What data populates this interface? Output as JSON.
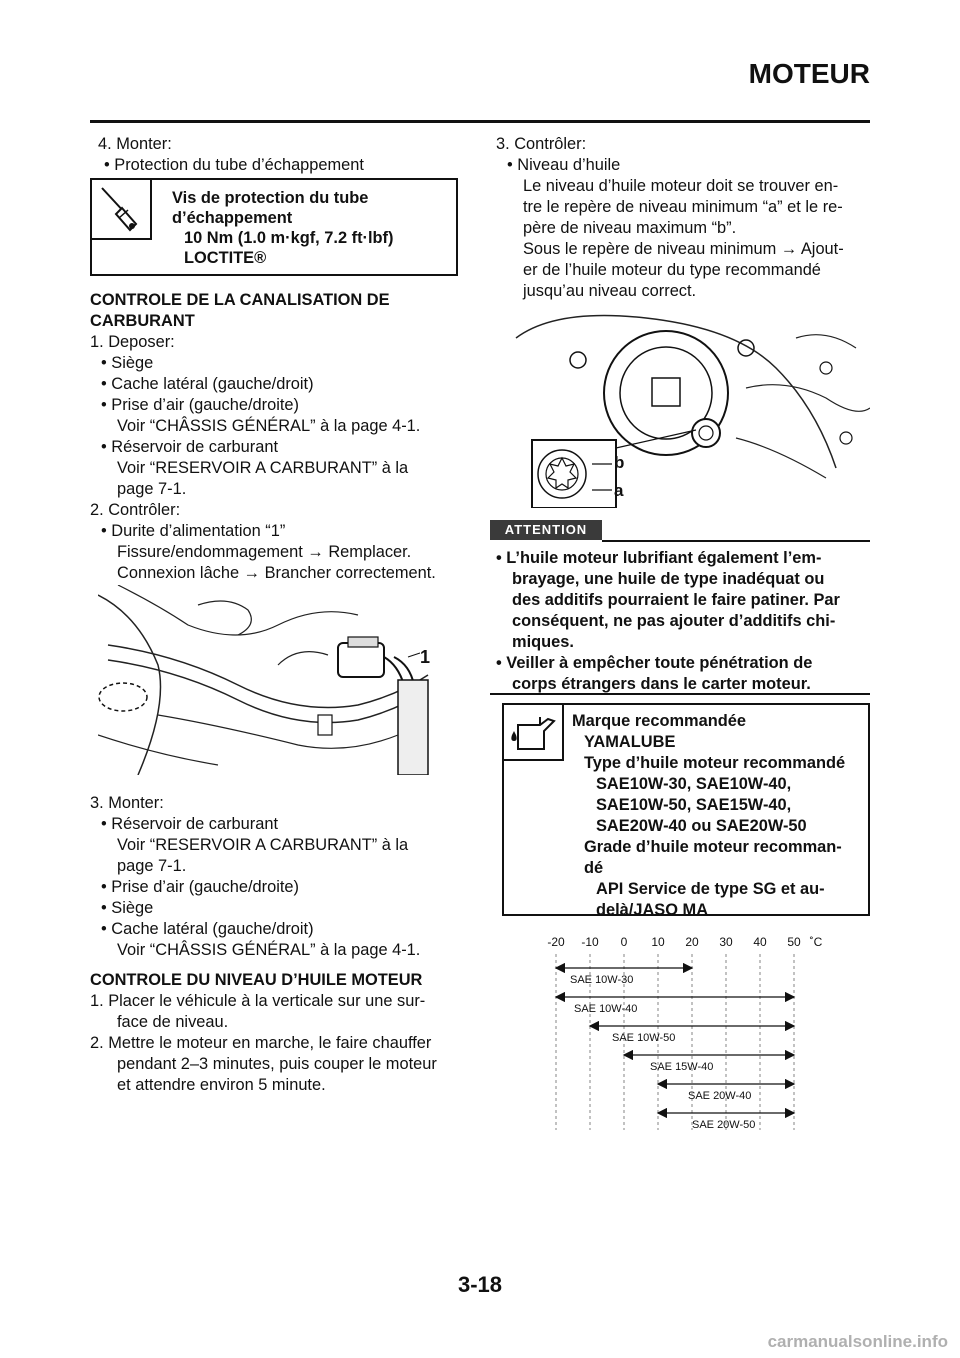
{
  "header": {
    "title": "MOTEUR"
  },
  "left": {
    "step4": "4. Monter:",
    "step4_bullet": "• Protection du tube d’échappement",
    "torque_box": {
      "line1": "Vis de protection du tube",
      "line2": "d’échappement",
      "line3": "10 Nm (1.0 m·kgf, 7.2 ft·lbf)",
      "line4": "LOCTITE®"
    },
    "fuel_heading1": "CONTROLE DE LA CANALISATION DE",
    "fuel_heading2": "CARBURANT",
    "f1": "1. Deposer:",
    "f1_b1": "• Siège",
    "f1_b2": "• Cache latéral (gauche/droit)",
    "f1_b3": "• Prise d’air (gauche/droite)",
    "f1_b3_ref": "Voir “CHÂSSIS GÉNÉRAL” à la page 4-1.",
    "f1_b4": "• Réservoir de carburant",
    "f1_b4_ref1": "Voir “RESERVOIR A CARBURANT” à la",
    "f1_b4_ref2": "page 7-1.",
    "f2": "2. Contrôler:",
    "f2_b1": "• Durite d’alimentation “1”",
    "f2_b1_a": "Fissure/endommagement → Remplacer.",
    "f2_b1_b": "Connexion lâche → Brancher correctement.",
    "photo1_callout": "1",
    "f3": "3. Monter:",
    "f3_b1": "• Réservoir de carburant",
    "f3_b1_ref1": "Voir “RESERVOIR A CARBURANT” à la",
    "f3_b1_ref2": "page 7-1.",
    "f3_b2": "• Prise d’air (gauche/droite)",
    "f3_b3": "• Siège",
    "f3_b4": "• Cache latéral (gauche/droit)",
    "f3_b4_ref": "Voir “CHÂSSIS GÉNÉRAL” à la page 4-1.",
    "oil_heading": "CONTROLE DU NIVEAU D’HUILE MOTEUR",
    "o1a": "1. Placer le véhicule à la verticale sur une sur-",
    "o1b": "face de niveau.",
    "o2a": "2. Mettre le moteur en marche, le faire chauffer",
    "o2b": "pendant 2–3 minutes, puis couper le moteur",
    "o2c": "et attendre environ 5 minute."
  },
  "right": {
    "r3": "3. Contrôler:",
    "r3_b1": "• Niveau d’huile",
    "r3_l1": "Le niveau d’huile moteur doit se trouver en-",
    "r3_l2": "tre le repère de niveau minimum “a” et le re-",
    "r3_l3": "père de niveau maximum “b”.",
    "r3_l4": "Sous le repère de niveau minimum → Ajout-",
    "r3_l5": "er de l’huile moteur du type recommandé",
    "r3_l6": "jusqu’au niveau correct.",
    "photo2_b": "b",
    "photo2_a": "a",
    "attention": "ATTENTION",
    "att1a": "• L’huile moteur lubrifiant également l’em-",
    "att1b": "brayage, une huile de type inadéquat ou",
    "att1c": "des additifs pourraient le faire patiner. Par",
    "att1d": "conséquent, ne pas ajouter d’additifs chi-",
    "att1e": "miques.",
    "att2a": "• Veiller à empêcher toute pénétration de",
    "att2b": "corps étrangers dans le carter moteur.",
    "oil_box": {
      "l1": "Marque recommandée",
      "l2": "YAMALUBE",
      "l3": "Type d’huile moteur recommandé",
      "l4": "SAE10W-30, SAE10W-40,",
      "l5": "SAE10W-50, SAE15W-40,",
      "l6": "SAE20W-40 ou SAE20W-50",
      "l7": "Grade d’huile moteur recomman-",
      "l8": "dé",
      "l9": "API Service de type SG et au-",
      "l10": "delà/JASO MA"
    },
    "temp_scale": [
      "-20",
      "-10",
      "0",
      "10",
      "20",
      "30",
      "40",
      "50",
      "˚C"
    ],
    "grades": [
      {
        "label": "SAE 10W-30",
        "from": -20,
        "to": 20
      },
      {
        "label": "SAE 10W-40",
        "from": -20,
        "to": 50
      },
      {
        "label": "SAE 10W-50",
        "from": -10,
        "to": 50
      },
      {
        "label": "SAE 15W-40",
        "from": 0,
        "to": 50
      },
      {
        "label": "SAE 20W-40",
        "from": 10,
        "to": 50
      },
      {
        "label": "SAE 20W-50",
        "from": 10,
        "to": 50
      }
    ]
  },
  "footer": {
    "page": "3-18",
    "watermark": "carmanualsonline.info"
  }
}
